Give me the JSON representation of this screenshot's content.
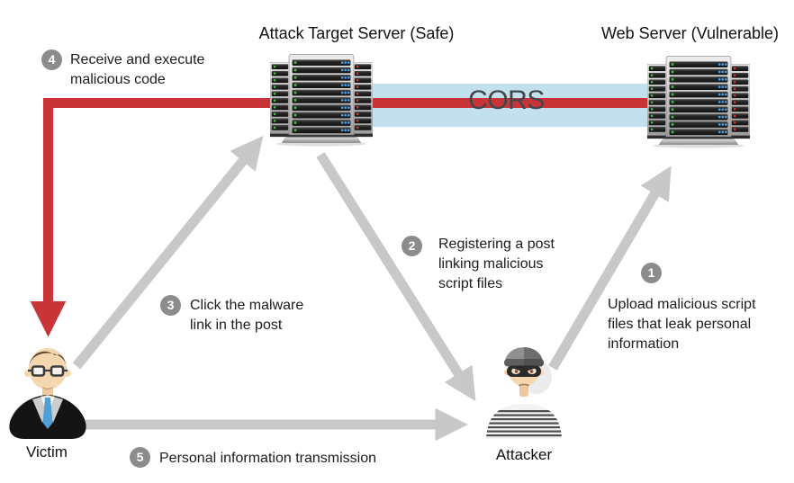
{
  "canvas": {
    "width": "882",
    "height": "537"
  },
  "header": {
    "attack_target_server_title": "Attack Target Server (Safe)",
    "web_server_title": "Web Server (Vulnerable)"
  },
  "cors": {
    "label": "CORS",
    "band_color": "#c3e0ef",
    "line_color": "#c93438"
  },
  "actors": {
    "victim": {
      "label": "Victim",
      "icon": "victim-person-icon"
    },
    "attacker": {
      "label": "Attacker",
      "icon": "attacker-burglar-icon"
    }
  },
  "steps": [
    {
      "num": "1",
      "text": "Upload malicious script\nfiles that leak personal\ninformation"
    },
    {
      "num": "2",
      "text": "Registering a post\nlinking malicious\nscript files"
    },
    {
      "num": "3",
      "text": "Click the malware\nlink in the post"
    },
    {
      "num": "4",
      "text": "Receive and execute\nmalicious code"
    },
    {
      "num": "5",
      "text": "Personal information transmission"
    }
  ],
  "colors": {
    "arrow_gray": "#c8c8c8",
    "badge_gray": "#8c8c8c",
    "attack_red": "#c93438",
    "cors_band_blue": "#c3e0ef",
    "text_dark": "#1c1c1c"
  }
}
